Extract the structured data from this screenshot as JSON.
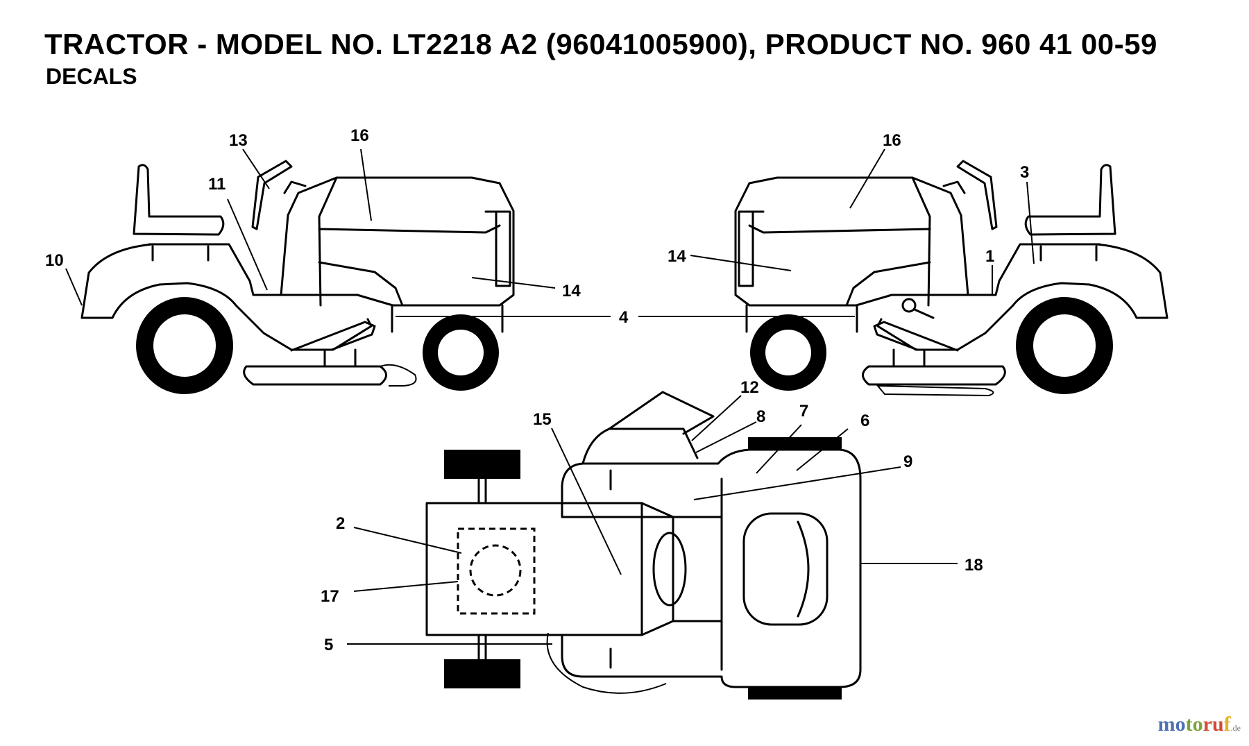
{
  "header": {
    "title": "TRACTOR - MODEL NO. LT2218 A2 (96041005900), PRODUCT NO. 960 41 00-59",
    "subtitle": "DECALS"
  },
  "callouts": {
    "left_view": [
      "13",
      "16",
      "11",
      "10",
      "14"
    ],
    "center": "4",
    "right_view": [
      "16",
      "3",
      "14",
      "1"
    ],
    "top_view": [
      "12",
      "15",
      "8",
      "7",
      "6",
      "9",
      "2",
      "17",
      "5",
      "18"
    ]
  },
  "watermark": {
    "text": "motoruf",
    "suffix": ".de",
    "colors": [
      "#4d6fb3",
      "#7aa33a",
      "#d34a36",
      "#e2b12a"
    ]
  }
}
